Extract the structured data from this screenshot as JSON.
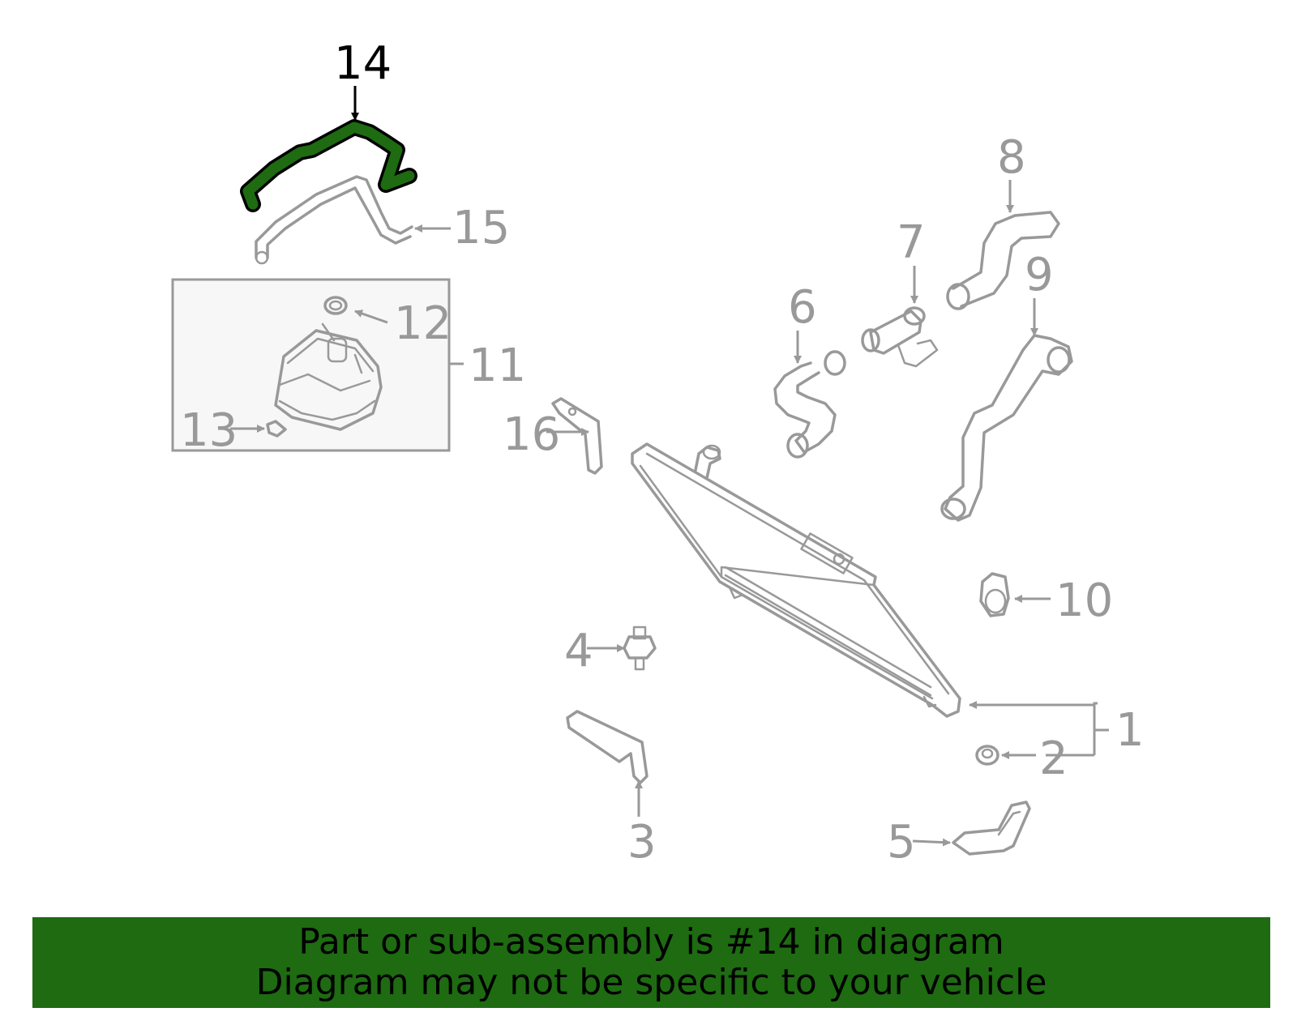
{
  "diagram": {
    "highlight_color": "#1e6b12",
    "line_color": "#999999",
    "callouts": {
      "c1": "1",
      "c2": "2",
      "c3": "3",
      "c4": "4",
      "c5": "5",
      "c6": "6",
      "c7": "7",
      "c8": "8",
      "c9": "9",
      "c10": "10",
      "c11": "11",
      "c12": "12",
      "c13": "13",
      "c14": "14",
      "c15": "15",
      "c16": "16"
    },
    "highlighted_part": "14"
  },
  "banner": {
    "line1": "Part or sub-assembly is #14 in diagram",
    "line2": "Diagram may not be specific to your vehicle",
    "background": "#1e6b12"
  }
}
